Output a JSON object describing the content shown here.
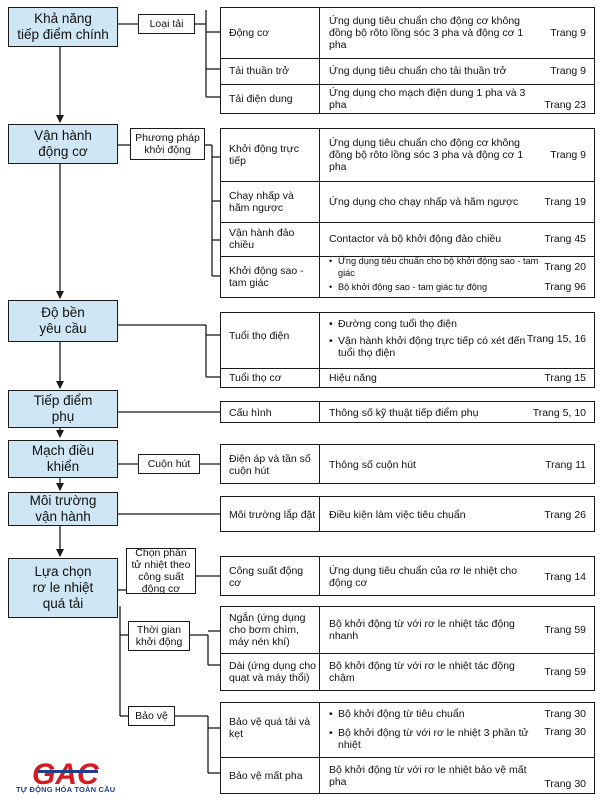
{
  "stages": {
    "s1": [
      "Khả năng",
      "tiếp điểm chính"
    ],
    "s2": [
      "Vận hành",
      "động cơ"
    ],
    "s3": [
      "Độ bền",
      "yêu cầu"
    ],
    "s4": [
      "Tiếp điểm",
      "phụ"
    ],
    "s5": [
      "Mạch điều",
      "khiển"
    ],
    "s6": [
      "Môi trường",
      "vận hành"
    ],
    "s7": [
      "Lựa chọn",
      "rơ le nhiệt",
      "quá tải"
    ]
  },
  "categories": {
    "c1": "Loại tải",
    "c2": "Phương pháp khởi động",
    "c5": "Cuộn hút",
    "c7a": "Chọn phần tử nhiệt theo công suất động cơ",
    "c7b": "Thời gian khởi động",
    "c7c": "Bảo vệ"
  },
  "g1": [
    {
      "sub": "Động cơ",
      "desc": "Ứng dụng tiêu chuẩn cho động cơ không đồng bộ rôto lồng sóc 3 pha và động cơ 1 pha",
      "page": "Trang 9"
    },
    {
      "sub": "Tải thuần trở",
      "desc": "Ứng dụng tiêu chuẩn cho tải thuần trở",
      "page": "Trang 9"
    },
    {
      "sub": "Tải điện dung",
      "desc": "Ứng dụng cho mạch điện dung 1 pha và 3 pha",
      "page": "Trang 23"
    }
  ],
  "g2": [
    {
      "sub": "Khởi động trực tiếp",
      "desc": "Ứng dụng tiêu chuẩn cho động cơ không đồng bộ rôto lồng sóc 3 pha và động cơ 1 pha",
      "page": "Trang 9"
    },
    {
      "sub": "Chạy nhấp và hãm ngược",
      "desc": "Ứng dụng cho chạy nhấp và hãm ngược",
      "page": "Trang 19"
    },
    {
      "sub": "Vận hành đảo chiều",
      "desc": "Contactor và bộ khởi động đảo chiều",
      "page": "Trang 45"
    },
    {
      "sub": "Khởi động sao - tam giác",
      "b1": "Ứng dụng tiêu chuẩn cho bộ khởi động sao - tam giác",
      "p1": "Trang 20",
      "b2": "Bộ khởi động sao - tam giác tự động",
      "p2": "Trang 96"
    }
  ],
  "g3": [
    {
      "sub": "Tuổi thọ điện",
      "b1": "Đường cong tuổi thọ điện",
      "b2": "Vận hành khởi động trực tiếp có xét đến tuổi thọ điện",
      "page": "Trang 15, 16"
    },
    {
      "sub": "Tuổi thọ cơ",
      "desc": "Hiệu năng",
      "page": "Trang 15"
    }
  ],
  "g4": {
    "sub": "Cấu hình",
    "desc": "Thông số kỹ thuật tiếp điểm phụ",
    "page": "Trang 5, 10"
  },
  "g5": {
    "sub": "Điện áp và tần số cuộn hút",
    "desc": "Thông số cuộn hút",
    "page": "Trang 11"
  },
  "g6": {
    "sub": "Môi trường lắp đặt",
    "desc": "Điều kiện làm việc tiêu chuẩn",
    "page": "Trang 26"
  },
  "g7a": {
    "sub": "Công suất động cơ",
    "desc": "Ứng dụng tiêu chuẩn của rơ le nhiệt cho động cơ",
    "page": "Trang 14"
  },
  "g7b": [
    {
      "sub": "Ngắn (ứng dụng cho bơm chìm, máy nén khí)",
      "desc": "Bộ khởi động từ với rơ le nhiệt tác động nhanh",
      "page": "Trang 59"
    },
    {
      "sub": "Dài (ứng dụng cho quạt và máy thổi)",
      "desc": "Bộ khởi động từ với rơ le nhiệt tác động chậm",
      "page": "Trang 59"
    }
  ],
  "g7c": [
    {
      "sub": "Bảo vệ quá tải và kẹt",
      "b1": "Bộ khởi động từ tiêu chuẩn",
      "p1": "Trang 30",
      "b2": "Bộ khởi động từ với rơ le nhiệt 3 phần tử nhiệt",
      "p2": "Trang 30"
    },
    {
      "sub": "Bảo vệ mất pha",
      "desc": "Bộ khởi động từ với rơ le nhiệt bảo vệ mất pha",
      "page": "Trang 30"
    }
  ],
  "logo": {
    "mark": "GAC",
    "tagline": "TỰ ĐỘNG HÓA TOÀN CẦU",
    "color_red": "#d71920",
    "color_blue": "#1f3f8f"
  },
  "colors": {
    "stage_fill": "#cfe7f5",
    "line": "#1a1a1a"
  }
}
